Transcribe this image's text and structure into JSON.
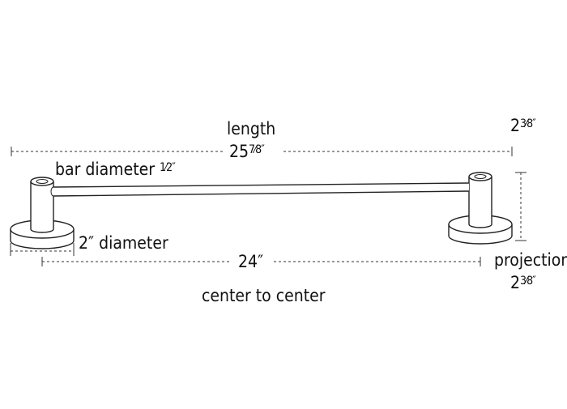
{
  "labels": {
    "length_title": "length",
    "length_whole": "25",
    "length_frac": "7⁄8″",
    "top_right_whole": "2",
    "top_right_frac": "3⁄8″",
    "bar_diameter_text": "bar diameter ",
    "bar_diameter_frac": "1⁄2″",
    "base_diameter": "2″ diameter",
    "center_distance": "24″",
    "center_to_center": "center to center",
    "projection_title": "projection",
    "projection_whole": "2",
    "projection_frac": "3⁄8″"
  }
}
